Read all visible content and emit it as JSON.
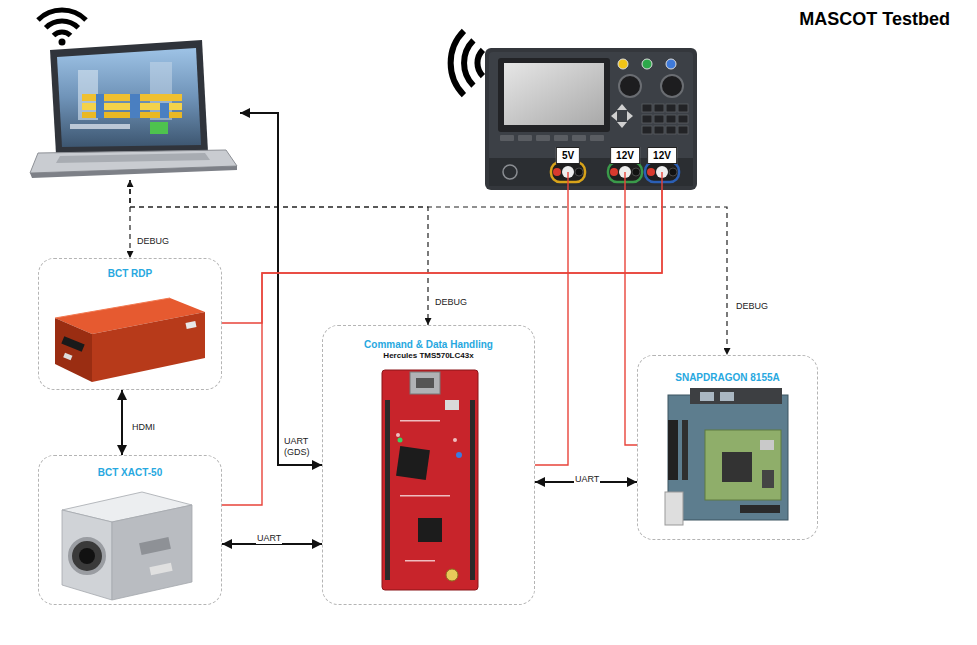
{
  "diagram": {
    "title": "MASCOT Testbed",
    "nodes": [
      {
        "text": []
      },
      {
        "text": [
          "5V",
          "12V",
          "12V"
        ]
      },
      {
        "text": [
          "BCT RDP"
        ]
      },
      {
        "text": [
          "Command & Data Handling",
          "Hercules TMS570LC43x"
        ]
      },
      {
        "text": [
          "SNAPDRAGON 8155A"
        ]
      },
      {
        "text": [
          "BCT XACT-50"
        ]
      }
    ],
    "edges": [
      {
        "from": 0,
        "to": 2,
        "label": "DEBUG",
        "arrow": "both"
      },
      {
        "from": 0,
        "to": 3,
        "label": "DEBUG",
        "arrow": "to"
      },
      {
        "from": 0,
        "to": 4,
        "label": "DEBUG",
        "arrow": "to"
      },
      {
        "from": 0,
        "to": 3,
        "label": "UART (GDS)",
        "arrow": "both"
      },
      {
        "from": 2,
        "to": 5,
        "label": "HDMI",
        "arrow": "both"
      },
      {
        "from": 5,
        "to": 3,
        "label": "UART",
        "arrow": "both"
      },
      {
        "from": 3,
        "to": 4,
        "label": "UART",
        "arrow": "both"
      },
      {
        "from": 1,
        "to": 3,
        "arrow": "none"
      },
      {
        "from": 1,
        "to": 4,
        "arrow": "none"
      },
      {
        "from": 1,
        "to": 2,
        "arrow": "none"
      },
      {
        "from": 1,
        "to": 5,
        "arrow": "none"
      }
    ]
  }
}
